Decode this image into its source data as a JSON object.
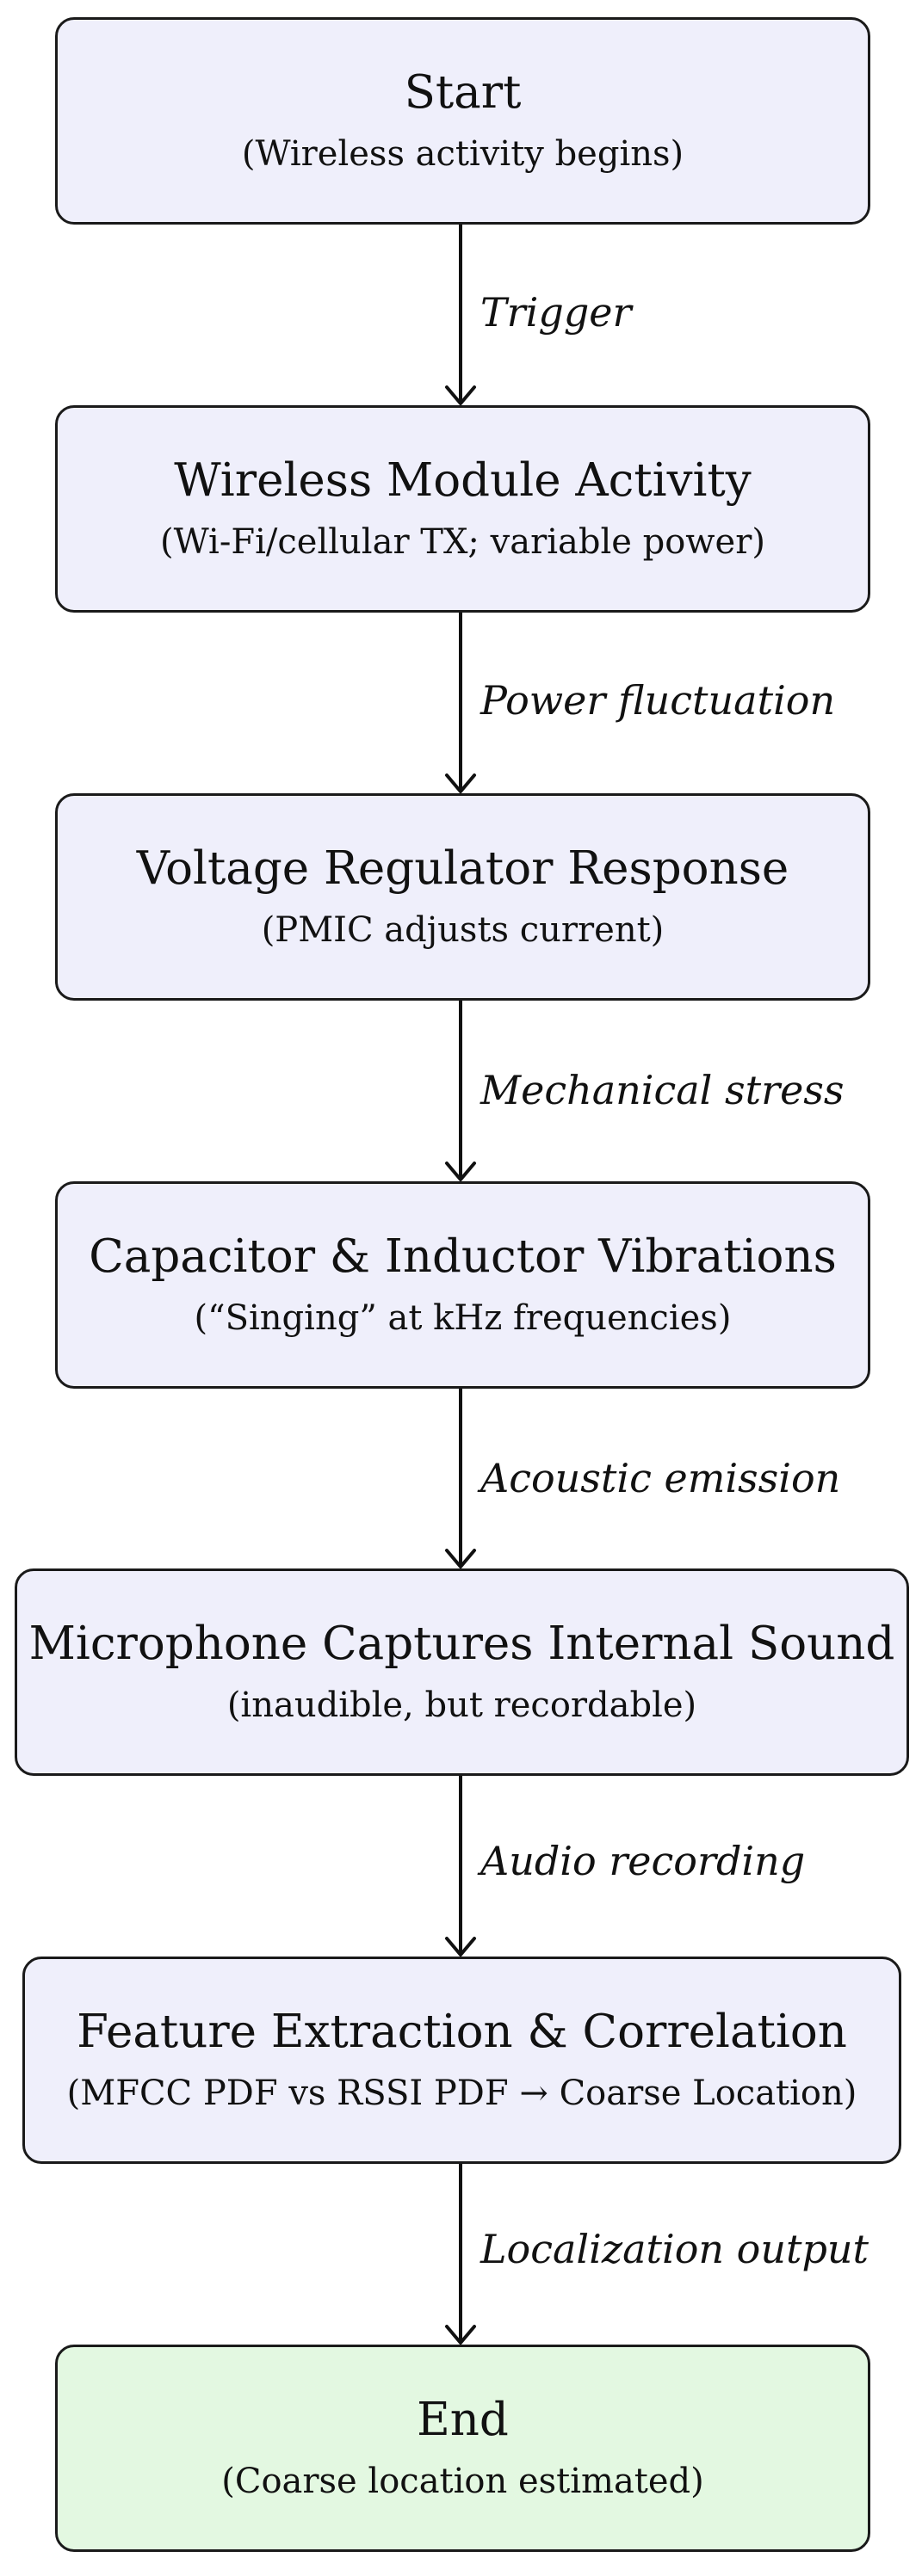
{
  "nodes": [
    {
      "id": "start",
      "title": "Start",
      "subtitle": "(Wireless activity begins)"
    },
    {
      "id": "wireless",
      "title": "Wireless Module Activity",
      "subtitle": "(Wi-Fi/cellular TX; variable power)"
    },
    {
      "id": "regulator",
      "title": "Voltage Regulator Response",
      "subtitle": "(PMIC adjusts current)"
    },
    {
      "id": "vibrations",
      "title": "Capacitor & Inductor Vibrations",
      "subtitle": "(“Singing” at kHz frequencies)"
    },
    {
      "id": "microphone",
      "title": "Microphone Captures Internal Sound",
      "subtitle": "(inaudible, but recordable)"
    },
    {
      "id": "features",
      "title": "Feature Extraction & Correlation",
      "subtitle": "(MFCC PDF vs RSSI PDF → Coarse Location)"
    },
    {
      "id": "end",
      "title": "End",
      "subtitle": "(Coarse location estimated)"
    }
  ],
  "edges": [
    {
      "label": "Trigger"
    },
    {
      "label": "Power fluctuation"
    },
    {
      "label": "Mechanical stress"
    },
    {
      "label": "Acoustic emission"
    },
    {
      "label": "Audio recording"
    },
    {
      "label": "Localization output"
    }
  ],
  "colors": {
    "process_fill": "#efeffb",
    "end_fill": "#e3f8e1",
    "stroke": "#1a1a1a"
  }
}
